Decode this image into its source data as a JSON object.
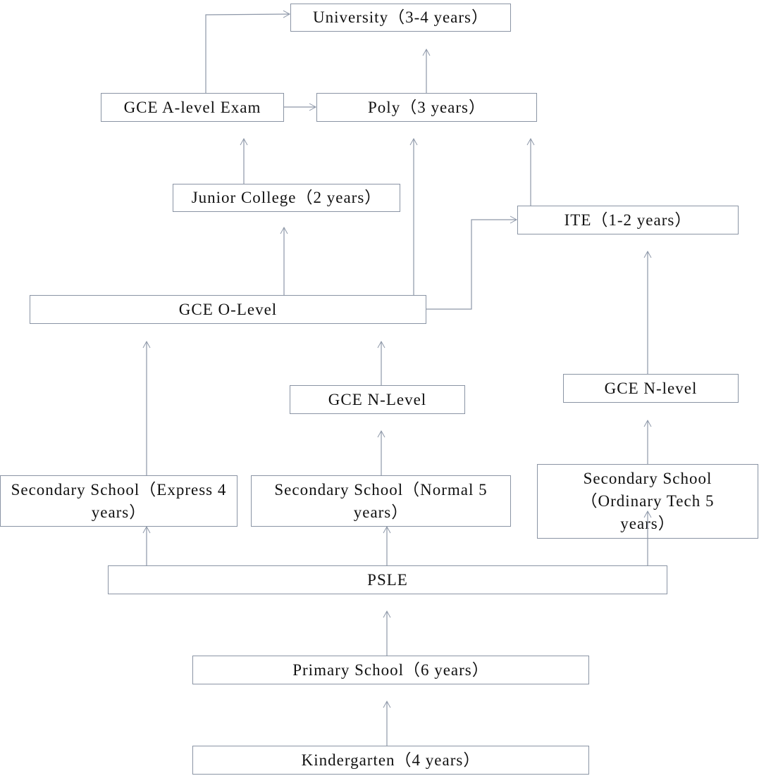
{
  "diagram": {
    "line_color": "#8d97a8",
    "nodes": {
      "university": "University（3-4 years）",
      "a_level": "GCE A-level Exam",
      "poly": "Poly（3 years）",
      "junior_college": "Junior College（2 years）",
      "ite": "ITE（1-2 years）",
      "o_level": "GCE O-Level",
      "n_level_normal": "GCE N-Level",
      "n_level_tech": "GCE N-level",
      "sec_express": "Secondary School（Express 4 years）",
      "sec_normal": "Secondary School（Normal 5 years）",
      "sec_tech": "Secondary School（Ordinary Tech 5 years）",
      "psle": "PSLE",
      "primary": "Primary School（6 years）",
      "kindergarten": "Kindergarten（4 years）"
    }
  }
}
